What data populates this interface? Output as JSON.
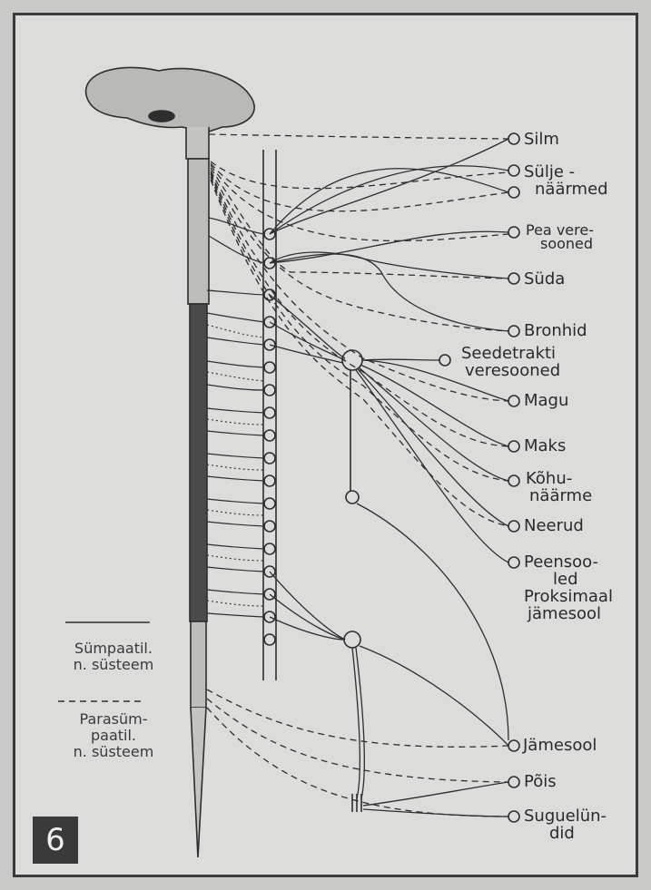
{
  "organs": [
    {
      "id": "silm",
      "lines": [
        "Silm"
      ]
    },
    {
      "id": "sulje",
      "lines": [
        "Sülje -",
        "näärmed"
      ]
    },
    {
      "id": "pea",
      "lines": [
        "Pea vere-",
        "sooned"
      ]
    },
    {
      "id": "suda",
      "lines": [
        "Süda"
      ]
    },
    {
      "id": "bronhid",
      "lines": [
        "Bronhid"
      ]
    },
    {
      "id": "seedetrakti",
      "lines": [
        "Seedetrakti",
        "veresooned"
      ]
    },
    {
      "id": "magu",
      "lines": [
        "Magu"
      ]
    },
    {
      "id": "maks",
      "lines": [
        "Maks"
      ]
    },
    {
      "id": "kohu",
      "lines": [
        "Kõhu-",
        "näärme"
      ]
    },
    {
      "id": "neerud",
      "lines": [
        "Neerud"
      ]
    },
    {
      "id": "peensool",
      "lines": [
        "Peensoo-",
        "led",
        "Proksimaal",
        "jämesool"
      ]
    },
    {
      "id": "jamesool",
      "lines": [
        "Jämesool"
      ]
    },
    {
      "id": "pois",
      "lines": [
        "Põis"
      ]
    },
    {
      "id": "suguelun",
      "lines": [
        "Suguelün-",
        "did"
      ]
    }
  ],
  "legend": {
    "sympathetic": [
      "Sümpaatil.",
      "n. süsteem"
    ],
    "parasympathetic": [
      "Parasüm-",
      "paatil.",
      "n. süsteem"
    ]
  },
  "figure_number": "6",
  "colors": {
    "background": "#dcdcda",
    "ink": "#2e2e2e",
    "cord_dark": "#4a4a4a",
    "frame": "#3a3a3a"
  }
}
